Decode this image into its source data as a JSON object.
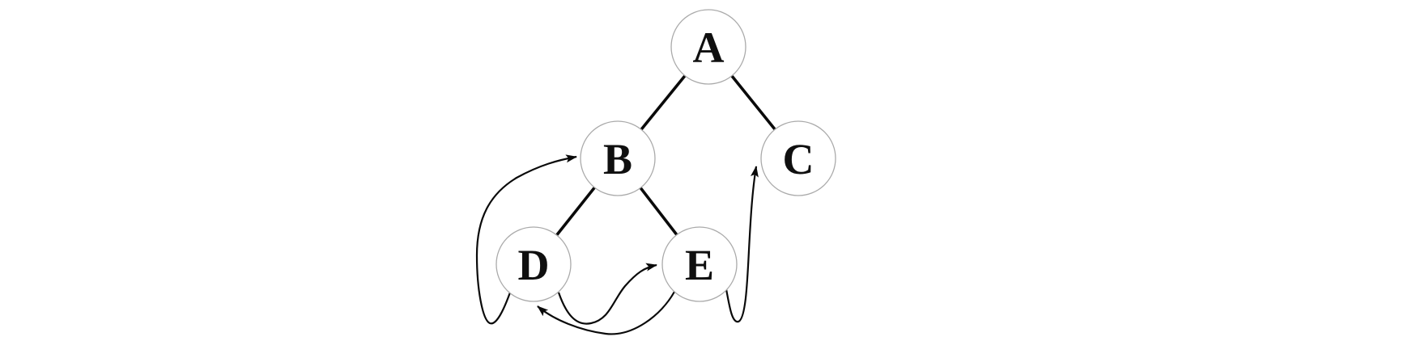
{
  "figure": {
    "type": "graph-diagram",
    "background": "#ffffff",
    "colors": {
      "node_fill": "#ffffff",
      "node_stroke": "#aaaaaa",
      "edge_stroke": "#0a0a0a",
      "label_color": "#0f0f0f"
    },
    "graph": {
      "nodes": [
        {
          "id": "A",
          "label": "A"
        },
        {
          "id": "B",
          "label": "B"
        },
        {
          "id": "C",
          "label": "C"
        },
        {
          "id": "D",
          "label": "D"
        },
        {
          "id": "E",
          "label": "E"
        }
      ],
      "tree_edges": [
        {
          "from": "A",
          "to": "B",
          "style": "thick-line"
        },
        {
          "from": "A",
          "to": "C",
          "style": "thick-line"
        },
        {
          "from": "B",
          "to": "D",
          "style": "thick-line"
        },
        {
          "from": "B",
          "to": "E",
          "style": "thick-line"
        }
      ],
      "arrow_edges": [
        {
          "from": "D",
          "to": "B",
          "style": "curved-arrow-left-loop"
        },
        {
          "from": "D",
          "to": "E",
          "style": "curved-arrow-s-bend"
        },
        {
          "from": "E",
          "to": "D",
          "style": "curved-arrow-bottom-sweep"
        },
        {
          "from": "E",
          "to": "C",
          "style": "curved-arrow-right-loop"
        }
      ]
    }
  }
}
